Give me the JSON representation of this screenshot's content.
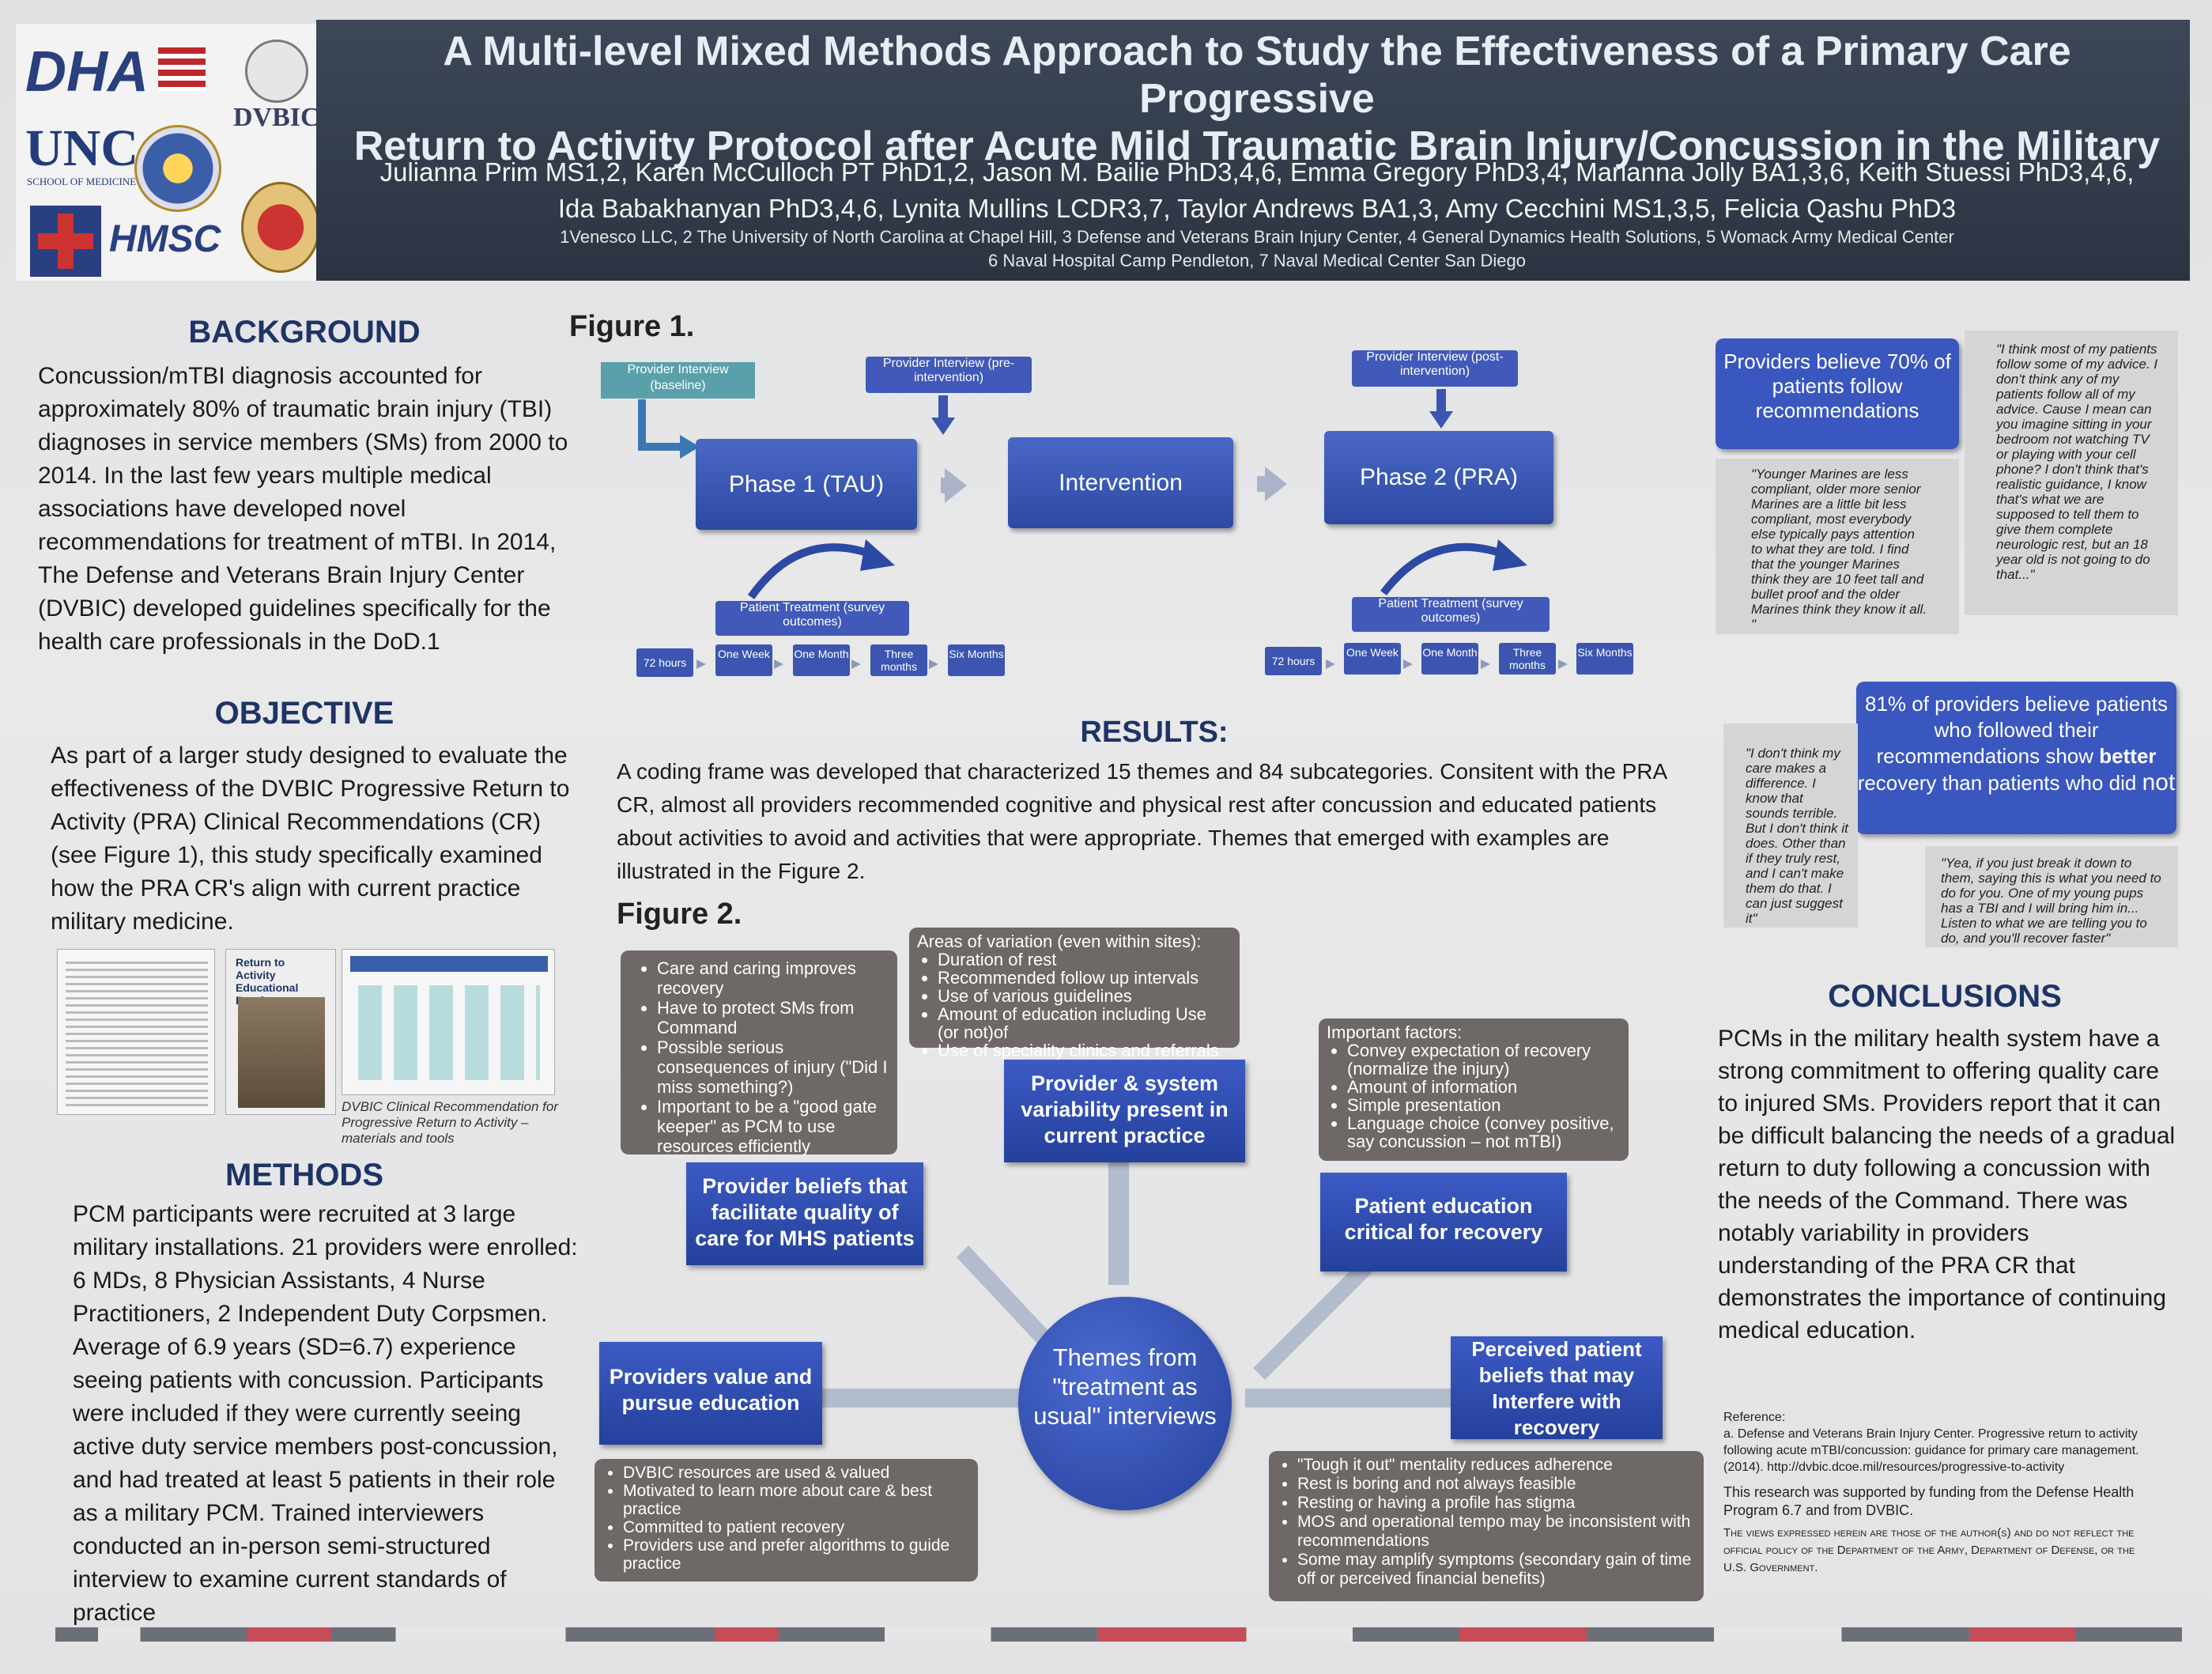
{
  "header": {
    "title_line1": "A Multi-level Mixed Methods Approach to Study the Effectiveness of a Primary Care Progressive",
    "title_line2": "Return to Activity Protocol after Acute Mild Traumatic Brain Injury/Concussion in the Military",
    "authors_line1": "Julianna Prim MS1,2, Karen McCulloch PT PhD1,2, Jason M. Bailie PhD3,4,6, Emma Gregory PhD3,4, Marianna Jolly BA1,3,6, Keith Stuessi PhD3,4,6,",
    "authors_line2": "Ida Babakhanyan PhD3,4,6, Lynita Mullins LCDR3,7,  Taylor Andrews BA1,3, Amy Cecchini MS1,3,5, Felicia Qashu PhD3",
    "affil_line1": "1Venesco LLC,  2 The University of North Carolina at Chapel Hill, 3 Defense and Veterans Brain Injury Center, 4 General Dynamics Health Solutions, 5 Womack Army Medical Center",
    "affil_line2": "6 Naval Hospital Camp Pendleton, 7 Naval Medical Center San Diego"
  },
  "logos": {
    "dha": "DHA",
    "dvbic": "DVBIC",
    "unc": "UNC",
    "unc_sub": "SCHOOL OF MEDICINE",
    "hmsc": "HMSC"
  },
  "background": {
    "heading": "BACKGROUND",
    "text": "Concussion/mTBI diagnosis accounted for approximately 80% of traumatic brain injury (TBI) diagnoses in service members (SMs) from 2000 to 2014. In the last few years multiple medical associations have developed novel recommendations for treatment of mTBI. In 2014, The Defense and Veterans Brain Injury Center (DVBIC) developed guidelines specifically for the health care professionals in the DoD.1"
  },
  "objective": {
    "heading": "OBJECTIVE",
    "text": "As part of a larger study designed to  evaluate the effectiveness of the DVBIC Progressive Return to Activity (PRA) Clinical Recommendations  (CR) (see Figure 1), this study specifically examined  how the  PRA CR's align with current practice military medicine.",
    "image_caption": "DVBIC Clinical Recommendation for Progressive Return to Activity – materials and tools",
    "brochure_title": "Return to Activity Educational Brochure"
  },
  "methods": {
    "heading": "METHODS",
    "text": "PCM participants were recruited at 3 large military installations.  21 providers  were enrolled: 6 MDs, 8 Physician Assistants, 4 Nurse Practitioners, 2 Independent Duty Corpsmen. Average of 6.9 years (SD=6.7) experience seeing patients with concussion. Participants were included if they were currently seeing active duty service members post-concussion, and had treated at least 5 patients in their role as a military PCM. Trained interviewers conducted an in-person semi-structured interview to examine current standards of practice"
  },
  "figure1": {
    "label": "Figure 1.",
    "interview_baseline": "Provider Interview (baseline)",
    "interview_pre": "Provider Interview (pre-intervention)",
    "interview_post": "Provider Interview (post-intervention)",
    "phase1": "Phase 1 (TAU)",
    "intervention": "Intervention",
    "phase2": "Phase 2 (PRA)",
    "treatment": "Patient Treatment (survey outcomes)",
    "timepoints": [
      "72 hours",
      "One Week",
      "One Month",
      "Three months",
      "Six Months"
    ]
  },
  "results": {
    "heading": "RESULTS:",
    "text": "A coding frame was developed that characterized 15 themes and 84 subcategories. Consitent with the PRA CR, almost all providers recommended cognitive and physical rest after concussion and educated patients about activities to avoid and activities that were appropriate. Themes that emerged with examples are illustrated in the Figure 2."
  },
  "figure2": {
    "label": "Figure 2.",
    "center": "Themes from \"treatment as usual\" interviews",
    "theme_beliefs": "Provider beliefs that facilitate quality of care for MHS patients",
    "theme_variability": "Provider & system variability present in current practice",
    "theme_education": "Patient education critical for recovery",
    "theme_value": "Providers value and pursue  education",
    "theme_perceived": "Perceived patient beliefs that may Interfere with recovery",
    "beliefs_items": [
      "Care and caring improves recovery",
      "Have to protect SMs from Command",
      "Possible serious consequences of injury (\"Did I miss something?)",
      "Important to be a \"good gate keeper\" as PCM to use resources efficiently"
    ],
    "variation_title": "Areas of variation (even within sites):",
    "variation_items": [
      "Duration of rest",
      "Recommended follow up intervals",
      "Use of various guidelines",
      "Amount of education including  Use (or not)of",
      "Use of speciality clinics and referrals"
    ],
    "factors_title": "Important factors:",
    "factors_items": [
      "Convey expectation of recovery (normalize the injury)",
      "Amount of information",
      "Simple presentation",
      "Language choice (convey positive, say concussion – not mTBI)"
    ],
    "value_items": [
      "DVBIC resources are used & valued",
      "Motivated to learn more about care & best practice",
      "Committed to patient recovery",
      "Providers use and prefer algorithms to guide practice"
    ],
    "perceived_items": [
      "\"Tough it out\" mentality reduces adherence",
      "Rest is boring and not always feasible",
      "Resting or having a profile has stigma",
      "MOS and operational tempo may be inconsistent with recommendations",
      "Some may amplify symptoms (secondary gain of time off or perceived financial benefits)"
    ]
  },
  "right": {
    "stat1": "Providers believe 70% of patients follow recommendations",
    "quote1": "\"I think most of my patients follow some of my advice. I don't think any of my patients follow all of my advice. Cause I mean can you imagine sitting in your bedroom not watching TV or playing with your cell phone? I don't think that's realistic guidance, I know that's what we are supposed to tell them to give them complete neurologic rest, but an 18 year old is not going to do that...\"",
    "quote2": "\"Younger Marines are less compliant, older more senior Marines are a little bit less compliant, most everybody else typically pays attention to what they are told. I find that the younger Marines think they are 10 feet tall and bullet proof and the older Marines think they know it all. \"",
    "stat2_a": "81% of providers believe patients who followed their recommendations show",
    "stat2_b": "better",
    "stat2_c": "recovery than patients who did",
    "stat2_d": "not",
    "quote3": "\"I don't think my care makes a difference. I know that sounds terrible. But I don't think it does.  Other than if they truly rest, and I can't make them do that. I can just suggest it\"",
    "quote4": "\"Yea, if you just break it down to them, saying this is what you need to do for you. One of my young pups has a TBI and I will bring him in... Listen to what we are telling you to do, and you'll recover faster\""
  },
  "conclusions": {
    "heading": "CONCLUSIONS",
    "text": "PCMs in the military health system have a strong commitment to offering quality care to injured SMs. Providers report that it can be difficult balancing the needs of a gradual return to duty following a concussion with the needs of the Command. There was notably variability in providers understanding of the PRA CR that demonstrates the importance of continuing medical education."
  },
  "reference": {
    "label": "Reference:",
    "text": "a. Defense and Veterans Brain Injury Center. Progressive return to activity following acute mTBI/concussion: guidance for primary care management. (2014). http://dvbic.dcoe.mil/resources/progressive-to-activity",
    "funding": "This research was supported by funding from the Defense Health Program 6.7 and from DVBIC.",
    "disclaimer": "The views expressed herein are those of the author(s) and do not reflect the official policy of the Department of the Army, Department of Defense, or the U.S. Government."
  }
}
